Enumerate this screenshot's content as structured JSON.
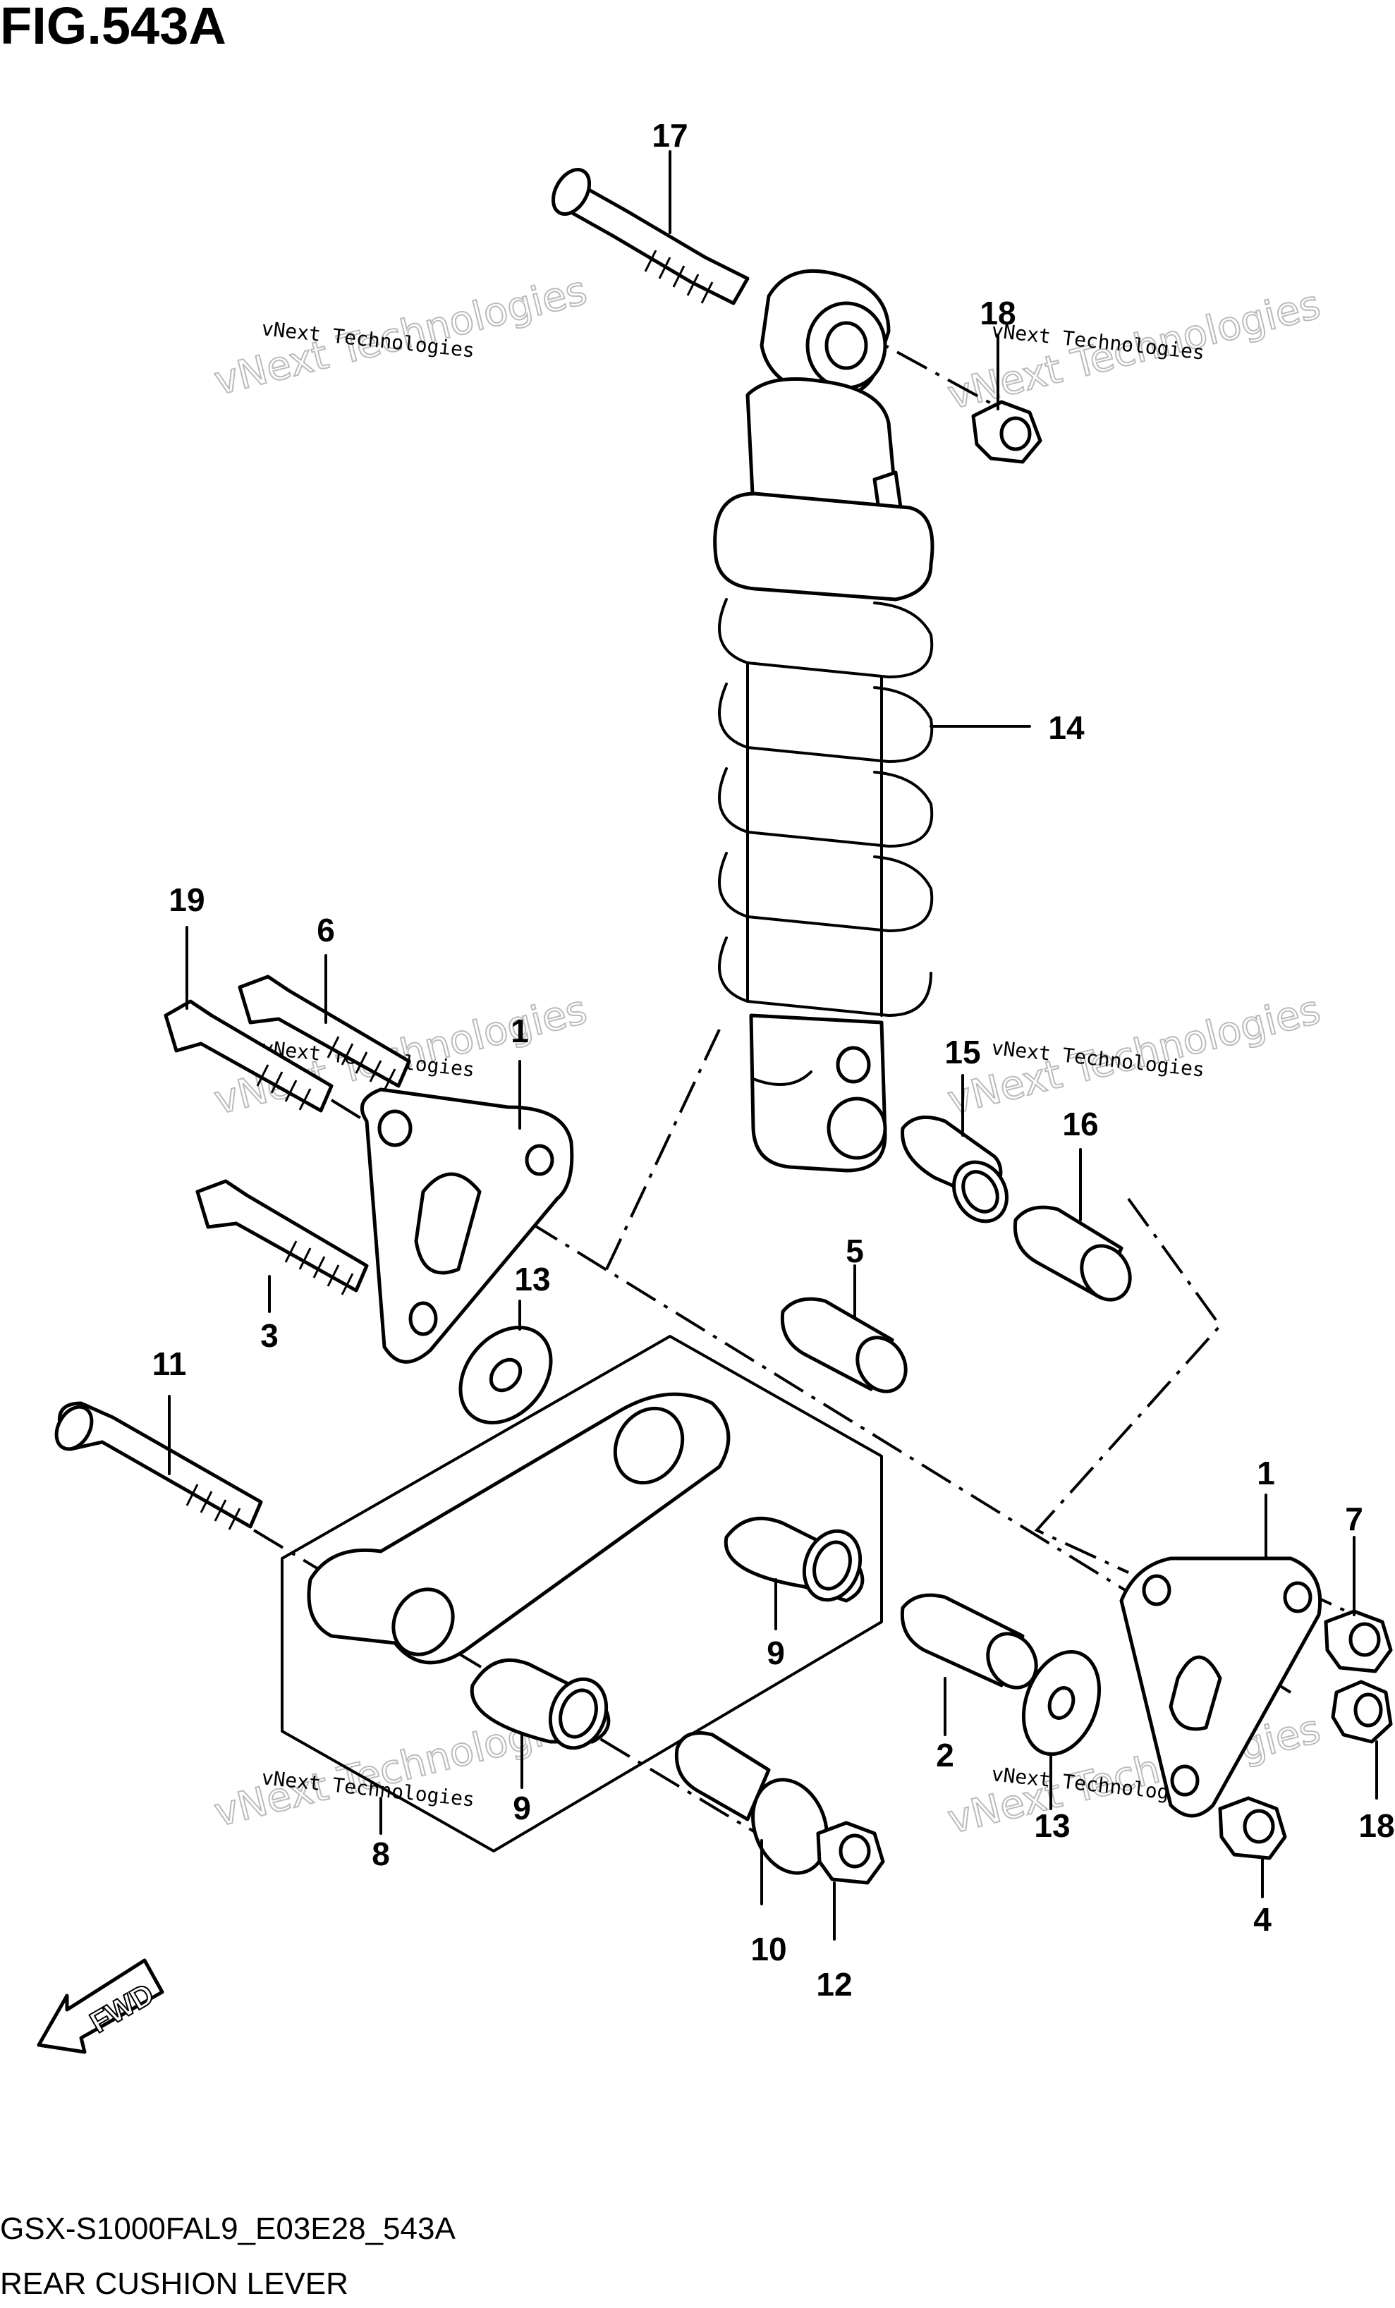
{
  "figure_title": "FIG.543A",
  "footer": {
    "model_code": "GSX-S1000FAL9_E03E28_543A",
    "section_name": "REAR CUSHION LEVER"
  },
  "fwd_label": "FWD",
  "watermark": "vNext Technologies",
  "callouts": [
    "17",
    "18",
    "14",
    "19",
    "6",
    "1",
    "15",
    "16",
    "5",
    "13",
    "3",
    "11",
    "1",
    "7",
    "9",
    "2",
    "9",
    "13",
    "18",
    "8",
    "4",
    "10",
    "12"
  ]
}
